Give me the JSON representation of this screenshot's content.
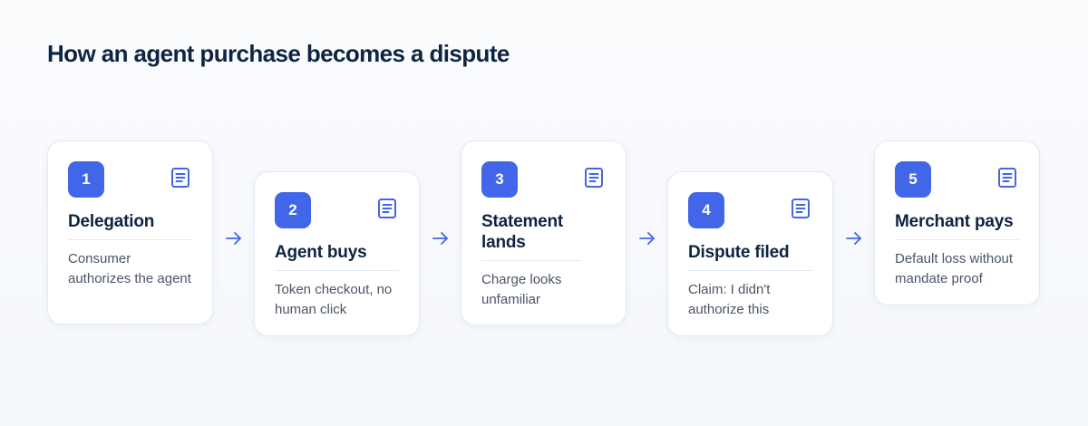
{
  "title": "How an agent purchase becomes a dispute",
  "colors": {
    "accent": "#4166e8",
    "heading": "#0f2440",
    "body_text": "#4a5566",
    "card_border": "#e4e9f1"
  },
  "steps": [
    {
      "number": "1",
      "title": "Delegation",
      "description": "Consumer authorizes the agent",
      "icon": "document-icon"
    },
    {
      "number": "2",
      "title": "Agent buys",
      "description": "Token checkout, no human click",
      "icon": "document-icon"
    },
    {
      "number": "3",
      "title": "Statement lands",
      "description": "Charge looks unfamiliar",
      "icon": "document-icon"
    },
    {
      "number": "4",
      "title": "Dispute filed",
      "description": "Claim: I didn't authorize this",
      "icon": "document-icon"
    },
    {
      "number": "5",
      "title": "Merchant pays",
      "description": "Default loss without mandate proof",
      "icon": "document-icon"
    }
  ],
  "connector_icon": "arrow-right-icon"
}
